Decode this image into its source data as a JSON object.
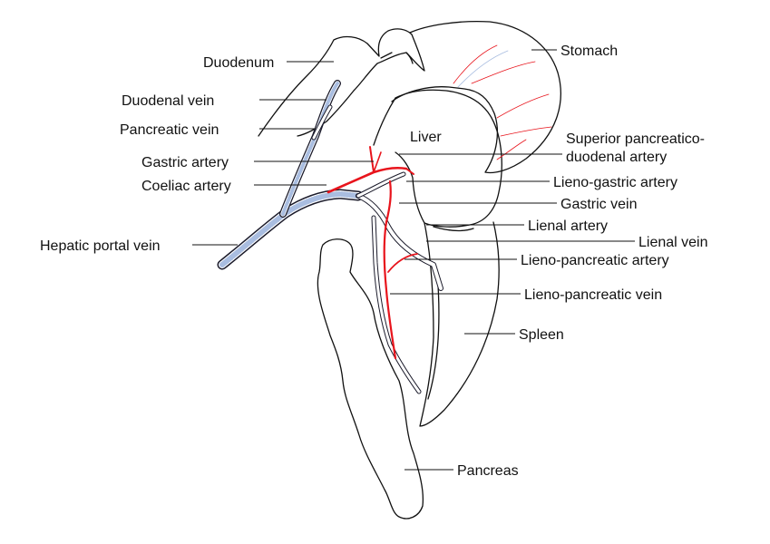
{
  "labels": {
    "duodenum": "Duodenum",
    "duodenal_vein": "Duodenal vein",
    "pancreatic_vein": "Pancreatic vein",
    "gastric_artery": "Gastric artery",
    "coeliac_artery": "Coeliac artery",
    "hepatic_portal_vein": "Hepatic portal vein",
    "stomach": "Stomach",
    "liver": "Liver",
    "superior_pancreatico_line1": "Superior pancreatico-",
    "superior_pancreatico_line2": "duodenal artery",
    "lieno_gastric_artery": "Lieno-gastric artery",
    "gastric_vein": "Gastric vein",
    "lienal_artery": "Lienal artery",
    "lienal_vein": "Lienal vein",
    "lieno_pancreatic_artery": "Lieno-pancreatic artery",
    "lieno_pancreatic_vein": "Lieno-pancreatic vein",
    "spleen": "Spleen",
    "pancreas": "Pancreas"
  },
  "colors": {
    "artery": "#e8141c",
    "vein_fill": "#a9bde0",
    "outline": "#111111"
  }
}
